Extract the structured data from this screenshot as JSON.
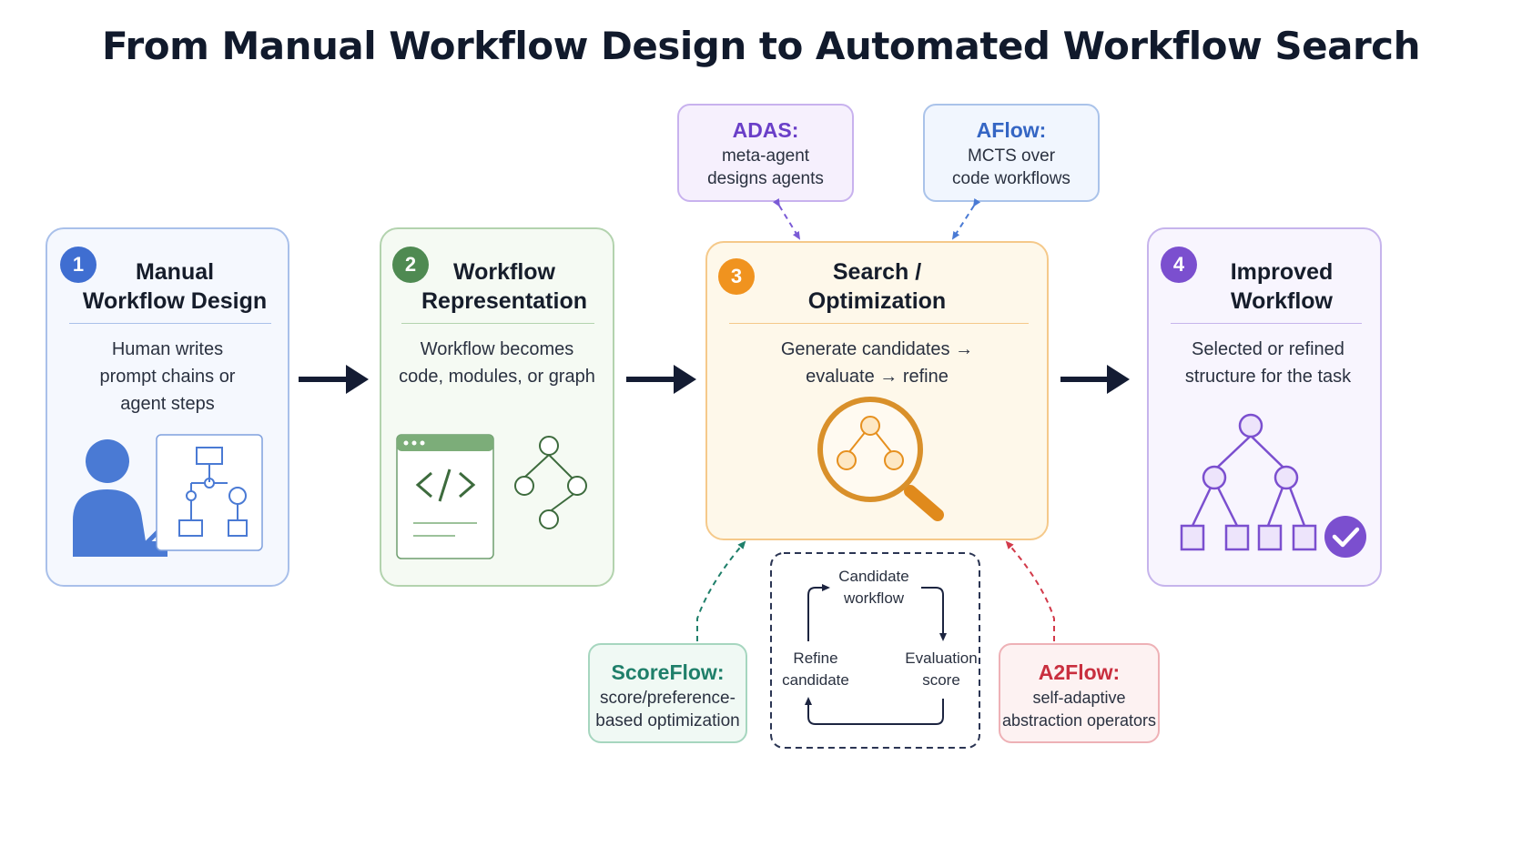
{
  "title": "From Manual Workflow Design to Automated Workflow Search",
  "stages": [
    {
      "number": "1",
      "title_line1": "Manual",
      "title_line2": "Workflow Design",
      "desc": [
        "Human writes",
        "prompt chains or",
        "agent steps"
      ]
    },
    {
      "number": "2",
      "title_line1": "Workflow",
      "title_line2": "Representation",
      "desc": [
        "Workflow becomes",
        "code, modules, or graph"
      ]
    },
    {
      "number": "3",
      "title_line1": "Search /",
      "title_line2": "Optimization",
      "desc": [
        "Generate candidates →",
        "evaluate → refine"
      ]
    },
    {
      "number": "4",
      "title_line1": "Improved",
      "title_line2": "Workflow",
      "desc": [
        "Selected or refined",
        "structure for the task"
      ]
    }
  ],
  "methods": {
    "adas": {
      "name": "ADAS:",
      "desc": [
        "meta-agent",
        "designs agents"
      ]
    },
    "aflow": {
      "name": "AFlow:",
      "desc": [
        "MCTS over",
        "code workflows"
      ]
    },
    "scoreflow": {
      "name": "ScoreFlow:",
      "desc": [
        "score/preference-",
        "based optimization"
      ]
    },
    "a2flow": {
      "name": "A2Flow:",
      "desc": [
        "self-adaptive",
        "abstraction operators"
      ]
    }
  },
  "loop": {
    "top": [
      "Candidate",
      "workflow"
    ],
    "left": [
      "Refine",
      "candidate"
    ],
    "right": [
      "Evaluation",
      "score"
    ]
  },
  "colors": {
    "blue": "#3f6ed1",
    "green": "#4f8a52",
    "orange": "#f0931f",
    "purple": "#7b4fcf",
    "red": "#d23a4a",
    "teal": "#1f7f6a",
    "navy": "#141c33"
  }
}
